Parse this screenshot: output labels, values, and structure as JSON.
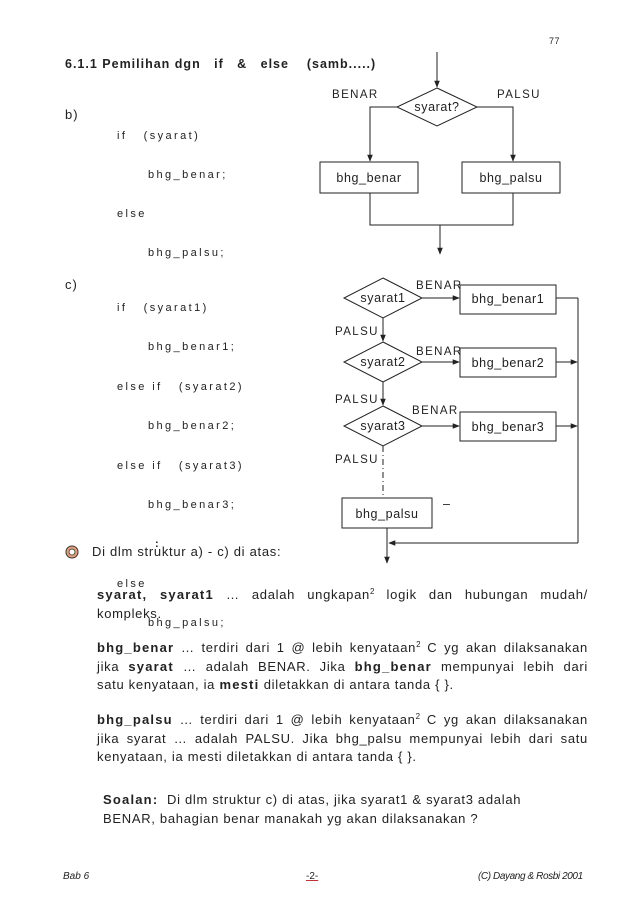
{
  "page_number": "77",
  "heading": "6.1.1 Pemilihan dgn   if   &   else    (samb.....)",
  "section_b": {
    "label": "b)",
    "code": [
      "if   (syarat)",
      "bhg_benar;",
      "else",
      "bhg_palsu;"
    ]
  },
  "flow1": {
    "condition": "syarat?",
    "true_label": "BENAR",
    "false_label": "PALSU",
    "true_box": "bhg_benar",
    "false_box": "bhg_palsu"
  },
  "section_c": {
    "label": "c)",
    "code": [
      "if   (syarat1)",
      "bhg_benar1;",
      "else if   (syarat2)",
      "bhg_benar2;",
      "else if   (syarat3)",
      "bhg_benar3;",
      ":",
      "else",
      "bhg_palsu;"
    ]
  },
  "flow2": {
    "conditions": [
      "syarat1",
      "syarat2",
      "syarat3"
    ],
    "true_labels": [
      "BENAR",
      "BENAR",
      "BENAR"
    ],
    "false_labels": [
      "PALSU",
      "PALSU",
      "PALSU"
    ],
    "true_boxes": [
      "bhg_benar1",
      "bhg_benar2",
      "bhg_benar3"
    ],
    "else_box": "bhg_palsu",
    "dash_mark": "–"
  },
  "bullet_text": "Di dlm struktur a) - c) di atas:",
  "notes": {
    "p1": {
      "l1": [
        "syarat, syarat1",
        " … adalah ungkapan",
        "2",
        " logik dan hubungan mudah/"
      ],
      "l2": [
        "kompleks."
      ]
    },
    "p2": {
      "l1": [
        "bhg_benar",
        " … terdiri dari 1 @ lebih kenyataan",
        "2",
        " C yg akan dilaksanakan"
      ],
      "l2": [
        "jika ",
        "syarat",
        " … adalah BENAR. Jika ",
        "bhg_benar",
        " mempunyai lebih dari"
      ],
      "l3": [
        "satu kenyataan, ia ",
        "mesti",
        " diletakkan di antara tanda { }."
      ]
    },
    "p3": {
      "l1": [
        "bhg_palsu",
        " … terdiri dari 1 @ lebih kenyataan",
        "2",
        " C yg akan dilaksanakan"
      ],
      "l2": [
        "jika syarat … adalah PALSU. Jika bhg_palsu mempunyai lebih dari satu"
      ],
      "l3": [
        "kenyataan, ia mesti diletakkan di antara tanda { }."
      ]
    }
  },
  "question": {
    "l1": [
      "Soalan:",
      "  Di dlm struktur c) di atas, jika syarat1 & syarat3 adalah"
    ],
    "l2": [
      "BENAR, bahagian benar manakah yg akan dilaksanakan ?"
    ]
  },
  "footer": {
    "chapter": "Bab 6",
    "page": "-2-",
    "copyright": "(C) Dayang & Rosbi 2001"
  },
  "colors": {
    "ink": "#222222",
    "bullet_fill": "#e8a07a",
    "page_underline": "#c33333"
  }
}
